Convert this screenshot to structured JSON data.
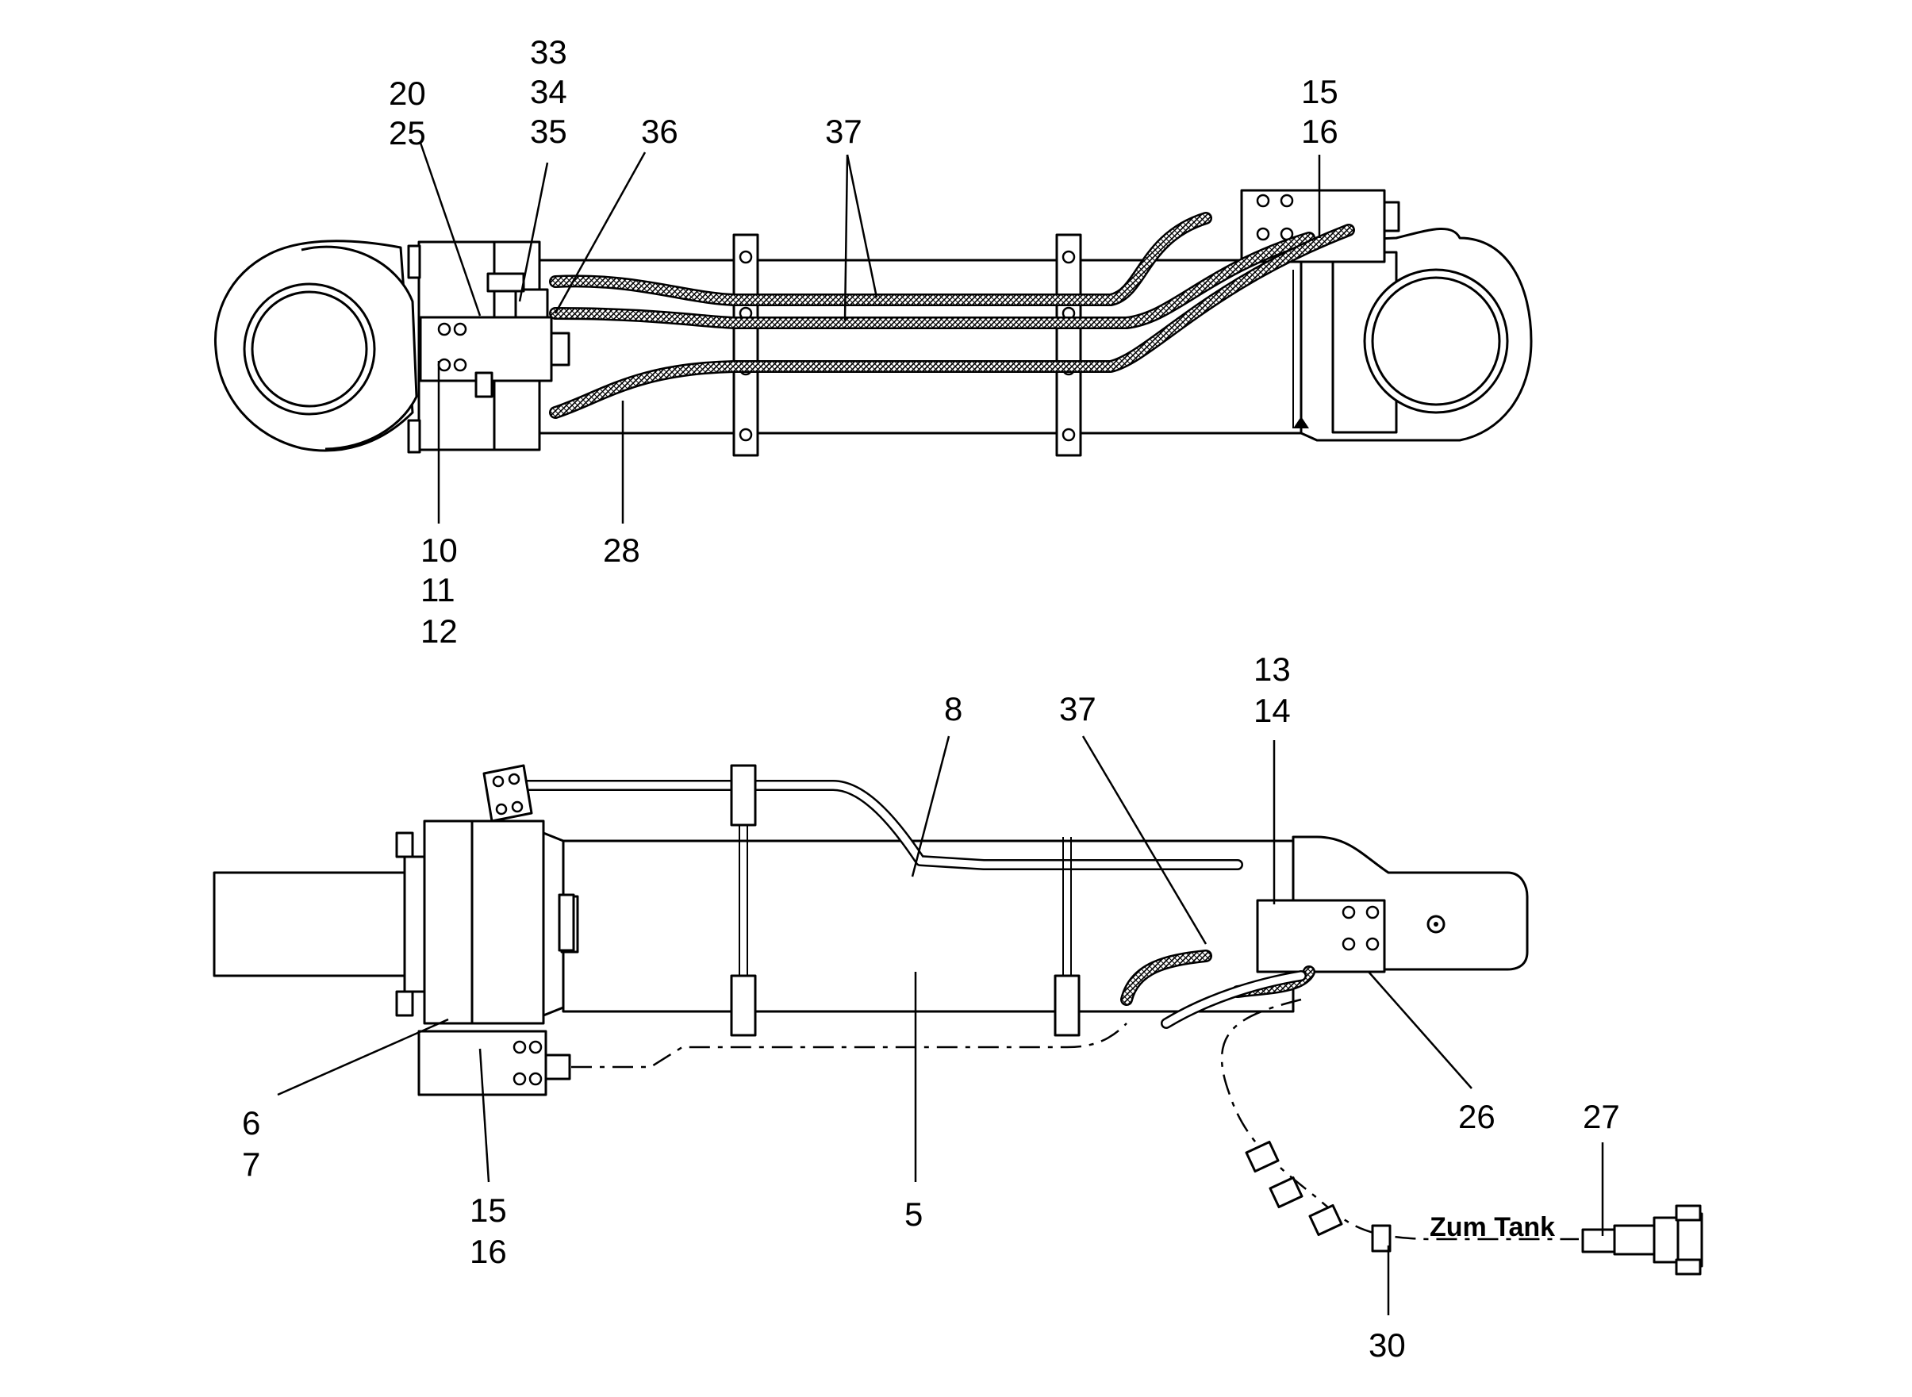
{
  "callouts": {
    "c_20": "20",
    "c_25": "25",
    "c_33": "33",
    "c_34": "34",
    "c_35": "35",
    "c_36": "36",
    "c_37_top": "37",
    "c_15_top": "15",
    "c_16_top": "16",
    "c_10": "10",
    "c_11": "11",
    "c_12": "12",
    "c_28": "28",
    "c_8": "8",
    "c_37_bottom": "37",
    "c_13": "13",
    "c_14": "14",
    "c_6": "6",
    "c_7": "7",
    "c_15_bottom": "15",
    "c_16_bottom": "16",
    "c_5": "5",
    "c_26": "26",
    "c_27": "27",
    "c_30": "30"
  },
  "tank_label": "Zum Tank"
}
